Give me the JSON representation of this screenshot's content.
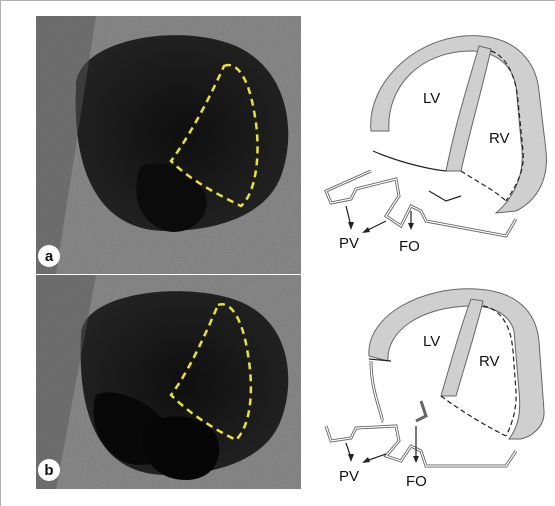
{
  "panels": [
    {
      "id": "a",
      "badge": "a",
      "labels": {
        "lv": "LV",
        "rv": "RV",
        "pv": "PV",
        "fo": "FO"
      }
    },
    {
      "id": "b",
      "badge": "b",
      "labels": {
        "lv": "LV",
        "rv": "RV",
        "pv": "PV",
        "fo": "FO"
      }
    }
  ],
  "colors": {
    "tracing": "#e7e23a",
    "wall_fill": "#cfcfcf",
    "wall_stroke": "#666666",
    "line": "#222222"
  }
}
